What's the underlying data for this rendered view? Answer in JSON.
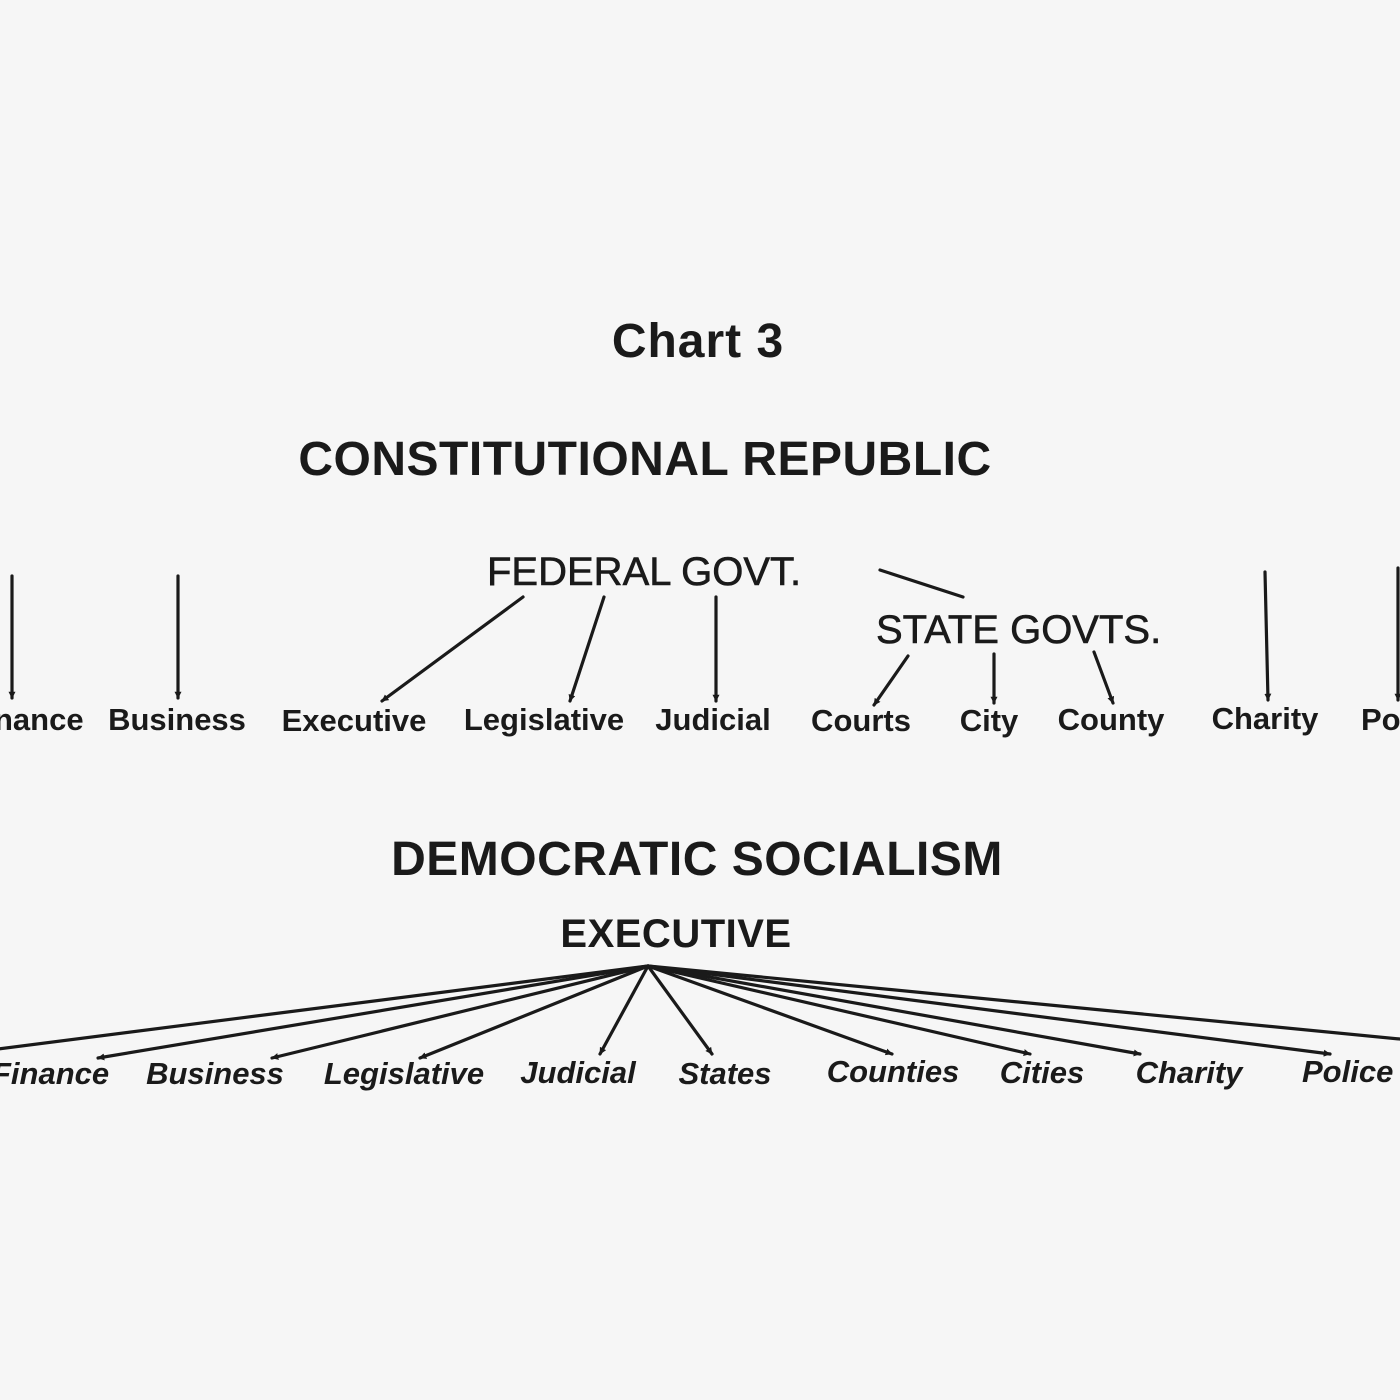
{
  "title": "Chart 3",
  "republic": {
    "heading": "CONSTITUTIONAL REPUBLIC",
    "federal": "FEDERAL GOVT.",
    "state": "STATE GOVTS.",
    "items": [
      "nance",
      "Business",
      "Executive",
      "Legislative",
      "Judicial",
      "Courts",
      "City",
      "County",
      "Charity",
      "Po"
    ]
  },
  "socialism": {
    "heading": "DEMOCRATIC SOCIALISM",
    "executive": "EXECUTIVE",
    "items": [
      "Finance",
      "Business",
      "Legislative",
      "Judicial",
      "States",
      "Counties",
      "Cities",
      "Charity",
      "Police"
    ]
  },
  "colors": {
    "ink": "#1a1a1a",
    "background": "#f6f6f6"
  }
}
